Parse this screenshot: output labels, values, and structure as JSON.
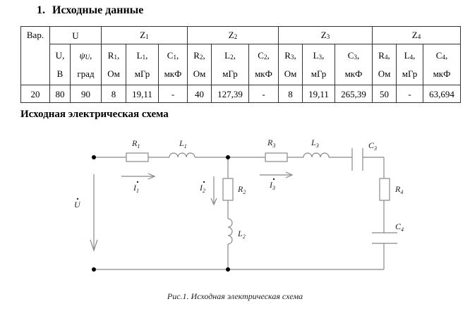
{
  "section_heading": {
    "number": "1.",
    "title": "Исходные данные"
  },
  "table": {
    "group_headers": [
      {
        "label": "Вар."
      },
      {
        "label": "U"
      },
      {
        "label": "Z",
        "sub": "1"
      },
      {
        "label": "Z",
        "sub": "2"
      },
      {
        "label": "Z",
        "sub": "3"
      },
      {
        "label": "Z",
        "sub": "4"
      }
    ],
    "sub_headers": [
      {
        "name": "U",
        "sub": "",
        "unit": "В"
      },
      {
        "name": "ψ",
        "sub": "U",
        "unit": "град"
      },
      {
        "name": "R",
        "sub": "1",
        "unit": "Ом"
      },
      {
        "name": "L",
        "sub": "1",
        "unit": "мГр"
      },
      {
        "name": "C",
        "sub": "1",
        "unit": "мкФ"
      },
      {
        "name": "R",
        "sub": "2",
        "unit": "Ом"
      },
      {
        "name": "L",
        "sub": "2",
        "unit": "мГр"
      },
      {
        "name": "C",
        "sub": "2",
        "unit": "мкФ"
      },
      {
        "name": "R",
        "sub": "3",
        "unit": "Ом"
      },
      {
        "name": "L",
        "sub": "3",
        "unit": "мГр"
      },
      {
        "name": "C",
        "sub": "3",
        "unit": "мкФ"
      },
      {
        "name": "R",
        "sub": "4",
        "unit": "Ом"
      },
      {
        "name": "L",
        "sub": "4",
        "unit": "мГр"
      },
      {
        "name": "C",
        "sub": "4",
        "unit": "мкФ"
      }
    ],
    "row": [
      "20",
      "80",
      "90",
      "8",
      "19,11",
      "-",
      "40",
      "127,39",
      "-",
      "8",
      "19,11",
      "265,39",
      "50",
      "-",
      "63,694"
    ]
  },
  "schema_heading": "Исходная электрическая схема",
  "circuit": {
    "labels": {
      "R1": {
        "base": "R",
        "sub": "1"
      },
      "L1": {
        "base": "L",
        "sub": "1"
      },
      "R2": {
        "base": "R",
        "sub": "2"
      },
      "L2": {
        "base": "L",
        "sub": "2"
      },
      "R3": {
        "base": "R",
        "sub": "3"
      },
      "L3": {
        "base": "L",
        "sub": "3"
      },
      "C3": {
        "base": "C",
        "sub": "3"
      },
      "R4": {
        "base": "R",
        "sub": "4"
      },
      "C4": {
        "base": "C",
        "sub": "4"
      },
      "I1": {
        "base": "I",
        "sub": "1"
      },
      "I2": {
        "base": "I",
        "sub": "2"
      },
      "I3": {
        "base": "I",
        "sub": "3"
      },
      "U": {
        "base": "U",
        "sub": ""
      }
    }
  },
  "caption": "Рис.1. Исходная электрическая схема"
}
